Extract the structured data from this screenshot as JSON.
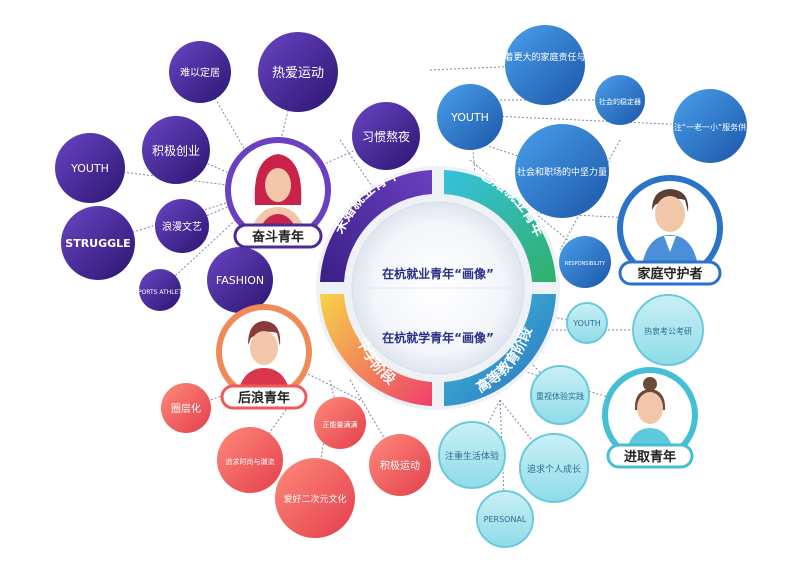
{
  "center": {
    "top_label": "在杭就业青年“画像”",
    "bottom_label": "在杭就学青年“画像”"
  },
  "ring": {
    "unmarried": "未婚就业青年",
    "married": "已婚就业青年",
    "middle": "中学阶段",
    "higher": "高等教育阶段"
  },
  "personas": {
    "fendou": "奋斗青年",
    "jiating": "家庭守护者",
    "houlang": "后浪青年",
    "jinqu": "进取青年"
  },
  "bubbles": {
    "purple": [
      "难以定居",
      "热爱运动",
      "习惯熬夜",
      "积极创业",
      "YOUTH",
      "浪漫文艺",
      "STRUGGLE",
      "FASHION",
      "SPORTS ATHLETE"
    ],
    "blue": [
      "承担着更大的家庭责任与压力",
      "社会的稳定器",
      "关注“一老一小”服务供给",
      "YOUTH",
      "社会和职场的中坚力量",
      "RESPONSIBILITY"
    ],
    "red": [
      "圈层化",
      "追求时尚与潮流",
      "正能量满满",
      "爱好二次元文化",
      "积极运动"
    ],
    "teal": [
      "YOUTH",
      "热衷考公考研",
      "重视体验实践",
      "注重生活体验",
      "追求个人成长",
      "PERSONAL"
    ]
  },
  "colors": {
    "purple": "#4a2c94",
    "blue": "#2a73c8",
    "red": "#ee5a5a",
    "teal": "#45bfd6",
    "ring_purple": "#4b2d92",
    "ring_green": "#2bb07a",
    "ring_orange": "#f5803a",
    "ring_teal": "#2c86c8"
  }
}
